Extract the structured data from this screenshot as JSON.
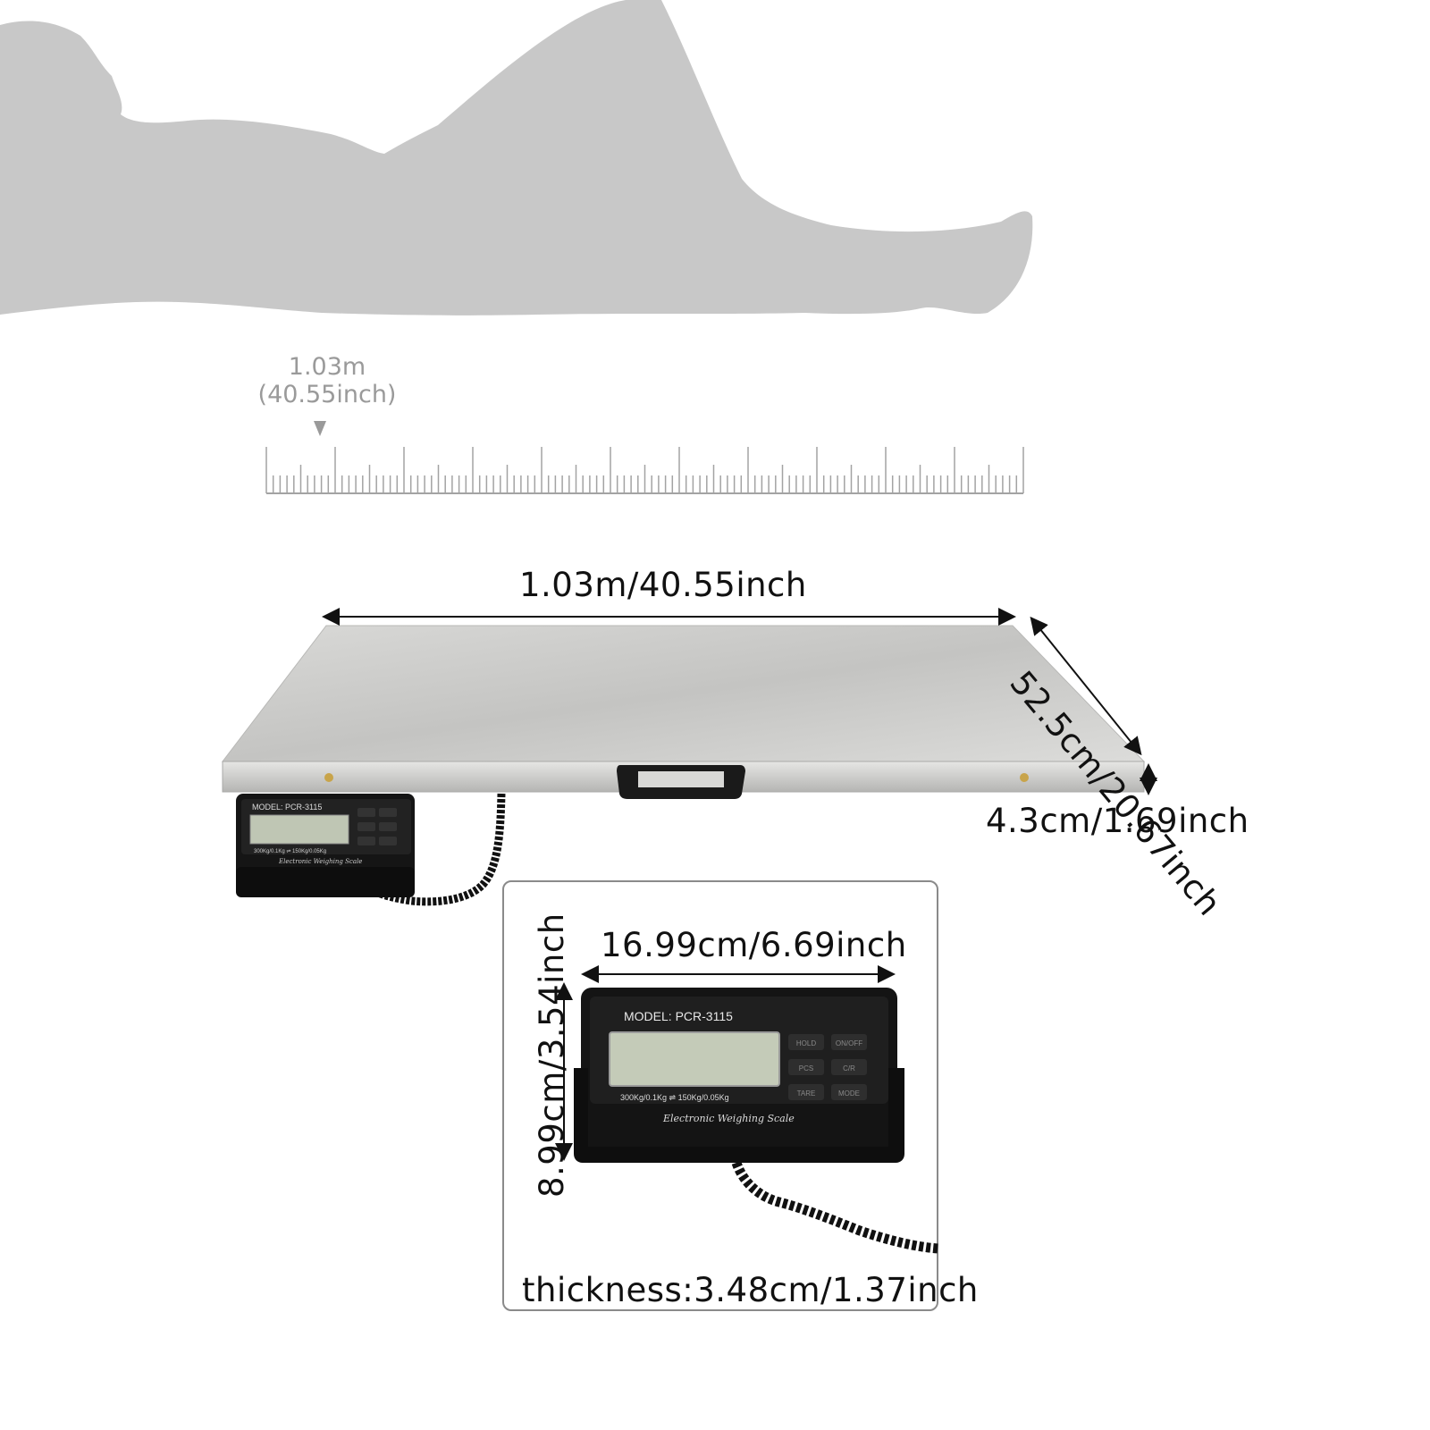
{
  "silhouette": {
    "description_icon": "lying-person-silhouette",
    "color": "#c8c8c8"
  },
  "ruler": {
    "value_m": "1.03m",
    "value_inch": "(40.55inch)",
    "color": "#a3a3a3"
  },
  "scale": {
    "length_label": "1.03m/40.55inch",
    "width_label": "52.5cm/20.67inch",
    "height_label": "4.3cm/1.69inch",
    "platform_color": "#c9c9c7"
  },
  "indicator": {
    "model": "MODEL: PCR-3115",
    "capacity": "300Kg/0.1Kg ⇌ 150Kg/0.05Kg",
    "brand_script": "Electronic Weighing Scale",
    "buttons": [
      "HOLD",
      "ON/OFF",
      "PCS",
      "C/R",
      "TARE",
      "MODE"
    ]
  },
  "inset": {
    "width_label": "16.99cm/6.69inch",
    "height_label": "8.99cm/3.54inch",
    "thickness_label": "thickness:3.48cm/1.37inch"
  }
}
